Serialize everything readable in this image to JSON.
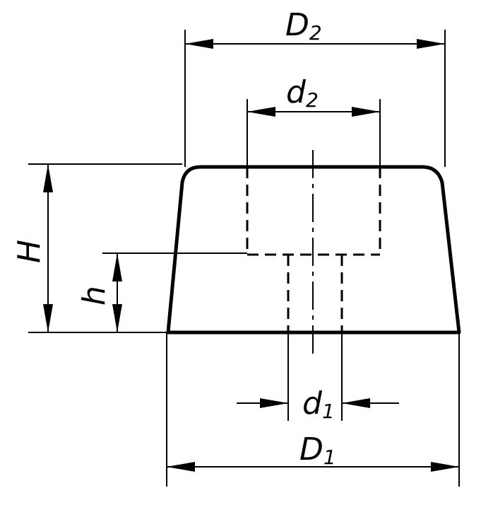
{
  "labels": {
    "D2": {
      "main": "D",
      "sub": "2"
    },
    "d2": {
      "main": "d",
      "sub": "2"
    },
    "H": {
      "main": "H"
    },
    "h": {
      "main": "h"
    },
    "d1": {
      "main": "d",
      "sub": "1"
    },
    "D1": {
      "main": "D",
      "sub": "1"
    }
  }
}
